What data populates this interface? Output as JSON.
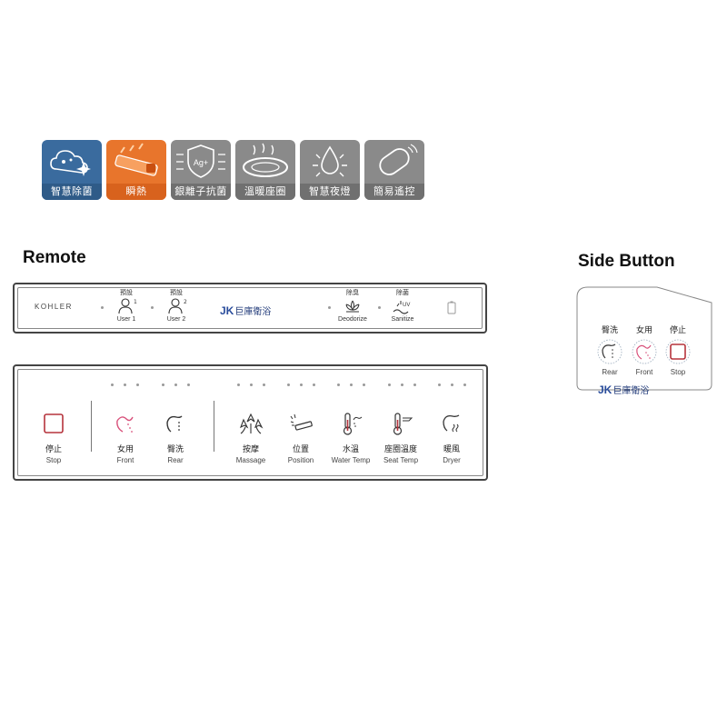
{
  "features": [
    {
      "label": "智慧除菌",
      "icon": "cloud-sparkle-icon",
      "color": "#3a6b9e"
    },
    {
      "label": "瞬熱",
      "icon": "instant-heat-icon",
      "color": "#e8752c"
    },
    {
      "label": "銀離子抗菌",
      "icon": "ag-shield-icon",
      "color": "#8a8a8a",
      "icon_text": "Ag+"
    },
    {
      "label": "溫暖座圈",
      "icon": "heated-seat-icon",
      "color": "#8a8a8a"
    },
    {
      "label": "智慧夜燈",
      "icon": "night-light-icon",
      "color": "#8a8a8a"
    },
    {
      "label": "簡易遙控",
      "icon": "remote-control-icon",
      "color": "#8a8a8a"
    }
  ],
  "remote": {
    "title": "Remote",
    "brand": "KOHLER",
    "logo": {
      "jk": "JK",
      "name": "巨庫衛浴"
    },
    "top_buttons": [
      {
        "top": "預設",
        "bottom": "User 1",
        "icon": "user-1-icon",
        "num": "1"
      },
      {
        "top": "預設",
        "bottom": "User 2",
        "icon": "user-2-icon",
        "num": "2"
      },
      {
        "top": "除臭",
        "bottom": "Deodorize",
        "icon": "deodorize-icon"
      },
      {
        "top": "除菌",
        "bottom": "Sanitize",
        "icon": "sanitize-icon",
        "badge": "UV"
      }
    ],
    "battery_icon": "battery-icon",
    "main_buttons": [
      {
        "zh": "停止",
        "en": "Stop",
        "icon": "stop-icon"
      },
      {
        "zh": "女用",
        "en": "Front",
        "icon": "front-wash-icon"
      },
      {
        "zh": "臀洗",
        "en": "Rear",
        "icon": "rear-wash-icon"
      },
      {
        "zh": "按摩",
        "en": "Massage",
        "icon": "massage-icon"
      },
      {
        "zh": "位置",
        "en": "Position",
        "icon": "position-icon"
      },
      {
        "zh": "水溫",
        "en": "Water Temp",
        "icon": "water-temp-icon"
      },
      {
        "zh": "座圈溫度",
        "en": "Seat Temp",
        "icon": "seat-temp-icon"
      },
      {
        "zh": "暖風",
        "en": "Dryer",
        "icon": "dryer-icon"
      }
    ]
  },
  "side_button": {
    "title": "Side Button",
    "buttons": [
      {
        "zh": "臀洗",
        "en": "Rear",
        "icon": "rear-wash-icon"
      },
      {
        "zh": "女用",
        "en": "Front",
        "icon": "front-wash-icon"
      },
      {
        "zh": "停止",
        "en": "Stop",
        "icon": "stop-icon"
      }
    ],
    "logo": {
      "jk": "JK",
      "name": "巨庫衛浴"
    }
  },
  "colors": {
    "stop_red": "#b5333c",
    "front_pink": "#d8507a",
    "navy": "#2a4d9c"
  }
}
